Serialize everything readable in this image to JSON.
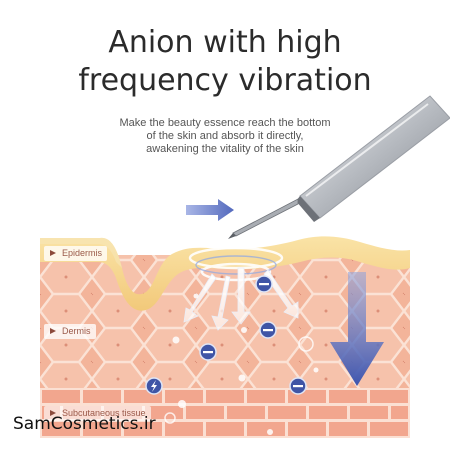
{
  "headline": {
    "line1": "Anion with high",
    "line2": "frequency vibration"
  },
  "subtext": {
    "line1": "Make the beauty essence reach the bottom",
    "line2": "of the skin and absorb it directly,",
    "line3": "awakening the vitality of the skin"
  },
  "layers": {
    "epidermis": "Epidermis",
    "dermis": "Dermis",
    "subcutaneous": "Subcutaneous tissue"
  },
  "watermark": "SamCosmetics.ir",
  "colors": {
    "epidermis": "#f6d58f",
    "dermis": "#f4b8a0",
    "cell_border": "#fbe0d3",
    "subcutaneous": "#f3ad96",
    "arrow_blue": "#4a63b8",
    "anion_badge": "#3f55a6",
    "device_silver": "#b8bcc2"
  },
  "icons": {
    "anion_badge": "minus-circle-icon",
    "energy_badge": "lightning-circle-icon",
    "direction_arrow": "arrow-right-icon",
    "penetration_arrow": "arrow-down-icon",
    "device": "ultrasonic-spatula-icon"
  }
}
